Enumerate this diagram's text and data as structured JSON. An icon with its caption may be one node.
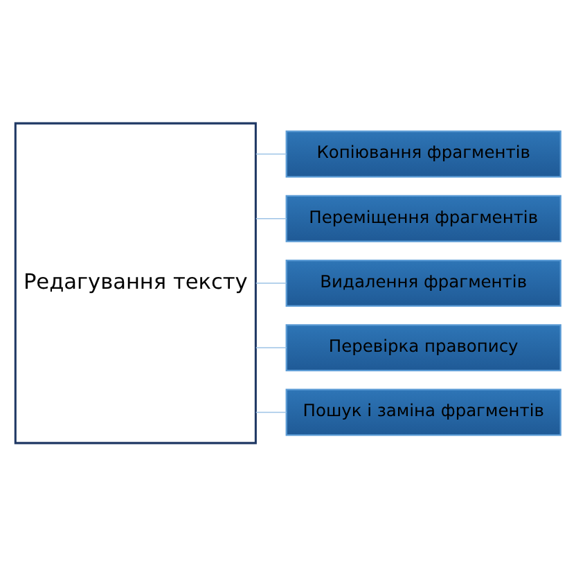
{
  "diagram": {
    "nodes": [
      {
        "text": [
          "Редагування тексту"
        ]
      },
      {
        "text": [
          "Копіювання фрагментів"
        ]
      },
      {
        "text": [
          "Переміщення фрагментів"
        ]
      },
      {
        "text": [
          "Видалення фрагментів"
        ]
      },
      {
        "text": [
          "Перевірка правопису"
        ]
      },
      {
        "text": [
          "Пошук і заміна фрагментів"
        ]
      }
    ],
    "edges": [
      {
        "from": 0,
        "to": 1,
        "arrow": "none"
      },
      {
        "from": 0,
        "to": 2,
        "arrow": "none"
      },
      {
        "from": 0,
        "to": 3,
        "arrow": "none"
      },
      {
        "from": 0,
        "to": 4,
        "arrow": "none"
      },
      {
        "from": 0,
        "to": 5,
        "arrow": "none"
      }
    ]
  }
}
